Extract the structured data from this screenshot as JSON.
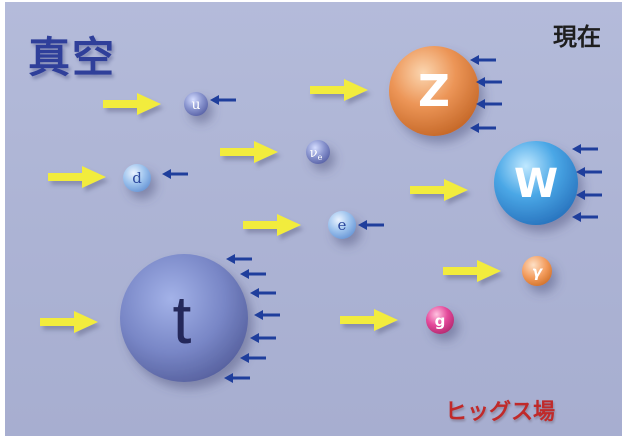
{
  "labels": {
    "vacuum": "真空",
    "present": "現在",
    "higgs_field": "ヒッグス場"
  },
  "particles": {
    "u": "u",
    "nu_e": "ν",
    "nu_e_sub": "e",
    "d": "d",
    "e": "e",
    "t": "t",
    "Z": "Z",
    "W": "W",
    "gamma": "γ",
    "g": "g"
  },
  "colors": {
    "vacuum_text": "#2f3f9a",
    "higgs_text": "#c02a2a",
    "yellow_arrow": "#f2ec3c",
    "blue_arrow": "#1f3e9c",
    "fermion_ball": "#7a86c8",
    "w_ball": "#3f9fe0",
    "z_ball": "#e8843a",
    "gamma_ball": "#f09a5a",
    "gluon_ball": "#e0408e"
  }
}
